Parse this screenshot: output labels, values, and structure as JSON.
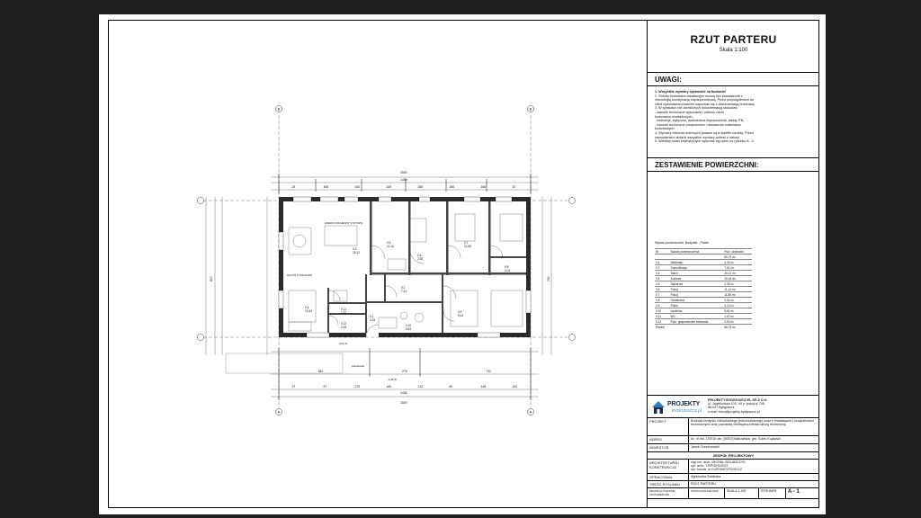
{
  "title": {
    "main": "RZUT PARTERU",
    "scale": "Skala 1:100"
  },
  "notes": {
    "heading": "UWAGI:",
    "lines": [
      "1. Wszystkie wymiary sprawdzić na budowie!",
      "2. Roboty budowlano-instalacyjne muszą być prowadzone z",
      "równoległą koordynacją międzybranżową. Przed przystąpieniem do",
      "robót wykonawca powinien zapoznać się z dokumentacją branżową.",
      "3. W sprawach nie określonych dokumentacją stosować:",
      "- warunki techniczne wykonania i odbioru robót",
      "budowlano-montażowych,",
      "- instrukcje, wytyczne, świadectwa dopuszczenia, atesty ITB,",
      "- warunki techniczne producentów i dostawców materiałów",
      "budowlanych.",
      "4. Wymiary otworów okiennych podane są w świetle ościeży. Przed",
      "zamówieniem stolarki wszystkie wymiary pobrać z natury!",
      "5. Warstwy ścian zewnętrznych wykonać wg opisu na rysunku A - 4."
    ]
  },
  "areas": {
    "heading": "ZESTAWIENIE POWIERZCHNI:",
    "caption": "Wykaz pomieszczeń: Budynek - Parter",
    "col_nr": "Nr",
    "col_name": "Nazwa pomieszczenia",
    "col_area": "Pow. użytkowa",
    "total_top": "86,79 m²",
    "rows": [
      {
        "nr": "0.1",
        "name": "Wiatrołap",
        "area": "4,34 m²"
      },
      {
        "nr": "0.2",
        "name": "Komunikacja",
        "area": "7,61 m²"
      },
      {
        "nr": "0.3",
        "name": "Salon",
        "area": "25,12 m²"
      },
      {
        "nr": "0.4",
        "name": "Kuchnia",
        "area": "10,44 m²"
      },
      {
        "nr": "0.5",
        "name": "Spiżarnia",
        "area": "2,36 m²"
      },
      {
        "nr": "0.6",
        "name": "Pokój",
        "area": "11,14 m²"
      },
      {
        "nr": "0.7",
        "name": "Pokój",
        "area": "11,85 m²"
      },
      {
        "nr": "0.8",
        "name": "Garderoba",
        "area": "2,04 m²"
      },
      {
        "nr": "0.9",
        "name": "Pokój",
        "area": "9,14 m²"
      },
      {
        "nr": "0.10",
        "name": "Łazienka",
        "area": "6,81 m²"
      },
      {
        "nr": "0.11",
        "name": "WC",
        "area": "1,57 m²"
      },
      {
        "nr": "0.12",
        "name": "Pom. gospodarcze/ kotłownia",
        "area": "2,93 m²"
      }
    ],
    "total_label": "Razem",
    "total_value": "86,79 m²"
  },
  "company": {
    "logo_name": "PROJEKTY",
    "logo_sub": "BYDGOSZCZ.pl",
    "lines": [
      "PROJEKTY BYDGOSZCZ.PL SP. Z O.O.",
      "ul. Jagiellońska 103, VII p. pokój nr 705,",
      "85-027 Bydgoszcz",
      "e-mail: biuro@projekty.bydgoszcz.pl"
    ]
  },
  "info": {
    "projekt_label": "PROJEKT",
    "projekt_value": "Budowa budynku mieszkalnego jednorodzinnego wraz z instalacjami i urządzeniami technicznymi oraz pozostałą niezbędną infrastrukturą techniczną",
    "adres_label": "ADRES",
    "adres_value": "dz. nr ew. 100/16  obr. [0002] Makowiska, gm. Solec Kujawski",
    "inwestor_label": "INWESTOR",
    "inwestor_value": "Jacek Orzechowski",
    "team_heading": "ZESPÓŁ PROJEKTOWY",
    "arch_label": "ARCHITEKTURA I KONSTRUKCJA",
    "arch_lines": [
      "mgr inż. arch. MICHAŁ BOLAŃCZYK",
      "upr. arch. 7/KPOKK/2022",
      "upr. konstr. nr KUP/0087/POOK/12"
    ],
    "opracowal_label": "OPRACOWAŁ",
    "opracowal_value": "Agnieszka Sobieska",
    "tresc_label": "TREŚĆ RYSUNKU",
    "tresc_value": "RZUT PARTERU",
    "prawa_label": "PRAWA AUTORSKIE ZASTRZEŻONE",
    "opracowanie_label": "OPRACOWANIE DNIA",
    "scale_value": "SKALA 1:100",
    "rysunek_label": "RYSUNEK",
    "rysunek_value": "A - 1"
  },
  "plan": {
    "overall_width": "1500",
    "overall_inner": "1436",
    "top_chain": [
      "29",
      "406",
      "160",
      "169",
      "255",
      "180",
      "165",
      "32"
    ],
    "bottom_chain": [
      "351",
      "276",
      "732"
    ],
    "bottom_chain2": [
      "27",
      "97",
      "275",
      "160",
      "112",
      "60",
      "148",
      "102"
    ],
    "left_total": "800",
    "right_total": "740",
    "level_01": "-0,02 B",
    "level_02": "-0,30 B",
    "axis_labels": [
      "B",
      "A"
    ],
    "rooms": [
      {
        "id": "0.1",
        "area": "4,34"
      },
      {
        "id": "0.2",
        "area": "7,61"
      },
      {
        "id": "0.3",
        "area": "25,12"
      },
      {
        "id": "0.4",
        "area": "10,44"
      },
      {
        "id": "0.5",
        "area": "2,36"
      },
      {
        "id": "0.6",
        "area": "11,14"
      },
      {
        "id": "0.7",
        "area": "11,85"
      },
      {
        "id": "0.8",
        "area": "2,04"
      },
      {
        "id": "0.9",
        "area": "9,14"
      },
      {
        "id": "0.10",
        "area": "6,81"
      },
      {
        "id": "0.11",
        "area": "1,57"
      },
      {
        "id": "0.12",
        "area": "2,93"
      }
    ],
    "note_kitchen": "ANEKS KUCHENNY Z WYSPĄ",
    "note_living": "SALON Z JADALNIĄ",
    "note_terrace": "patio/taras"
  }
}
